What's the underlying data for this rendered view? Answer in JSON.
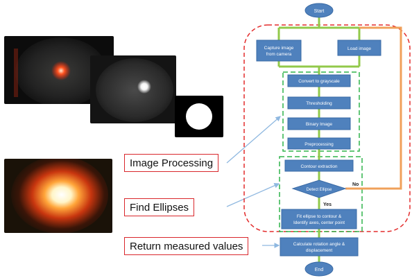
{
  "labels": {
    "image_processing": "Image Processing",
    "find_ellipses": "Find Ellipses",
    "return_values": "Return measured values"
  },
  "flowchart": {
    "start": "Start",
    "capture": [
      "Capture image",
      "from camera"
    ],
    "load": "Load image",
    "grayscale": "Convert to grayscale",
    "threshold": "Thresholding",
    "binary": "Binary Image",
    "preprocess": "Preprocessing",
    "contour": "Contour extraction",
    "detect": "Detect Ellipse",
    "no": "No",
    "yes": "Yes",
    "fit": [
      "Fit ellipse to contour &",
      "Identify axes, center point"
    ],
    "calc": [
      "Calculate rotation angle &",
      "displacement"
    ],
    "end": "End"
  },
  "colors": {
    "box": "#4f81bd",
    "box_border": "#3a6aa5",
    "green_arrow": "#92c94a",
    "green_dash": "#2fb34a",
    "red_dash": "#e32b2b",
    "orange_arrow": "#f0a05a",
    "callout_line": "#8fb8e0",
    "label_border": "#d9262b"
  },
  "photos": {
    "photo_1": "camera view with red light spot",
    "photo_2": "grayscale camera view",
    "photo_3": "binary image white disc",
    "photo_4": "close-up bright spot"
  }
}
